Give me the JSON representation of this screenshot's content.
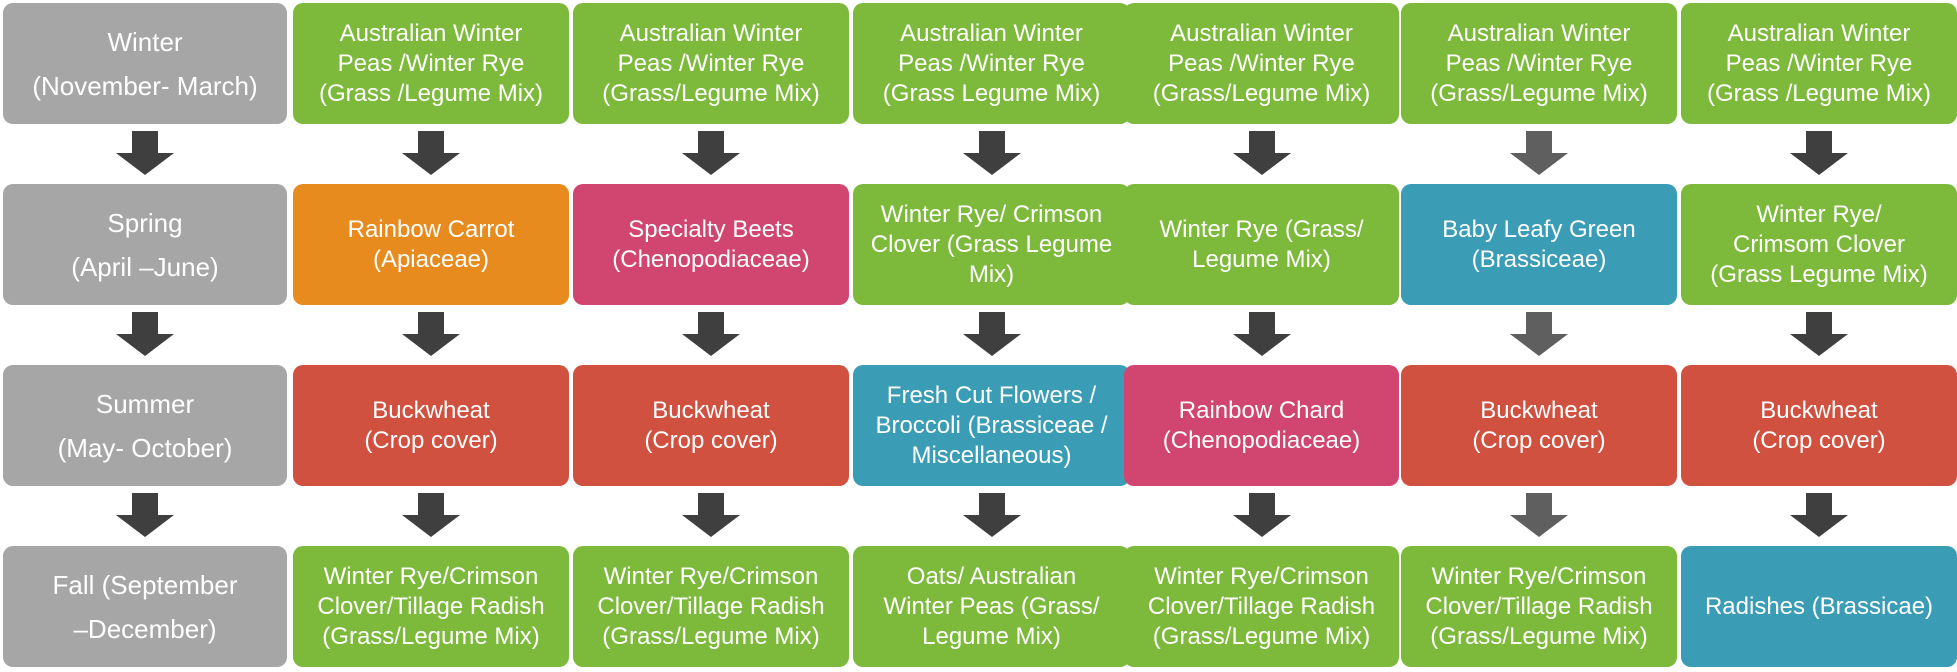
{
  "colors": {
    "season": "#a6a6a6",
    "green": "#7dba3c",
    "orange": "#e88b1e",
    "pink": "#d14670",
    "red": "#d05140",
    "teal": "#3a9db5",
    "arrow_dark": "#3f3f3f",
    "arrow_light": "#5f5f5f"
  },
  "seasons": [
    "Winter\n(November- March)",
    "Spring\n(April –June)",
    "Summer\n(May- October)",
    "Fall (September\n–December)"
  ],
  "columns": [
    {
      "arrow_color": "arrow_dark",
      "cells": [
        {
          "text": "Australian Winter\nPeas /Winter Rye\n(Grass /Legume Mix)",
          "color": "green"
        },
        {
          "text": "Rainbow Carrot\n(Apiaceae)",
          "color": "orange"
        },
        {
          "text": "Buckwheat\n(Crop cover)",
          "color": "red"
        },
        {
          "text": "Winter Rye/Crimson\nClover/Tillage Radish\n(Grass/Legume Mix)",
          "color": "green"
        }
      ]
    },
    {
      "arrow_color": "arrow_dark",
      "cells": [
        {
          "text": "Australian Winter\nPeas /Winter Rye\n(Grass/Legume Mix)",
          "color": "green"
        },
        {
          "text": "Specialty Beets\n(Chenopodiaceae)",
          "color": "pink"
        },
        {
          "text": "Buckwheat\n(Crop cover)",
          "color": "red"
        },
        {
          "text": "Winter Rye/Crimson\nClover/Tillage Radish\n(Grass/Legume Mix)",
          "color": "green"
        }
      ]
    },
    {
      "arrow_color": "arrow_dark",
      "cells": [
        {
          "text": "Australian Winter\nPeas /Winter Rye\n(Grass Legume Mix)",
          "color": "green"
        },
        {
          "text": "Winter Rye/ Crimson\nClover (Grass Legume\nMix)",
          "color": "green"
        },
        {
          "text": "Fresh Cut Flowers /\nBroccoli  (Brassiceae /\nMiscellaneous)",
          "color": "teal"
        },
        {
          "text": "Oats/ Australian\nWinter Peas (Grass/\nLegume Mix)",
          "color": "green"
        }
      ]
    },
    {
      "arrow_color": "arrow_dark",
      "cells": [
        {
          "text": "Australian Winter\nPeas /Winter Rye\n(Grass/Legume Mix)",
          "color": "green"
        },
        {
          "text": "Winter Rye (Grass/\nLegume Mix)",
          "color": "green"
        },
        {
          "text": "Rainbow Chard\n(Chenopodiaceae)",
          "color": "pink"
        },
        {
          "text": "Winter Rye/Crimson\nClover/Tillage Radish\n(Grass/Legume Mix)",
          "color": "green"
        }
      ]
    },
    {
      "arrow_color": "arrow_light",
      "cells": [
        {
          "text": "Australian Winter\nPeas /Winter Rye\n(Grass/Legume Mix)",
          "color": "green"
        },
        {
          "text": "Baby Leafy Green\n(Brassiceae)",
          "color": "teal"
        },
        {
          "text": "Buckwheat\n(Crop cover)",
          "color": "red"
        },
        {
          "text": "Winter Rye/Crimson\nClover/Tillage Radish\n(Grass/Legume Mix)",
          "color": "green"
        }
      ]
    },
    {
      "arrow_color": "arrow_dark",
      "cells": [
        {
          "text": "Australian Winter\nPeas /Winter Rye\n(Grass /Legume Mix)",
          "color": "green"
        },
        {
          "text": "Winter Rye/\nCrimsom Clover\n(Grass Legume Mix)",
          "color": "green"
        },
        {
          "text": "Buckwheat\n(Crop cover)",
          "color": "red"
        },
        {
          "text": "Radishes (Brassicae)",
          "color": "teal"
        }
      ]
    }
  ]
}
